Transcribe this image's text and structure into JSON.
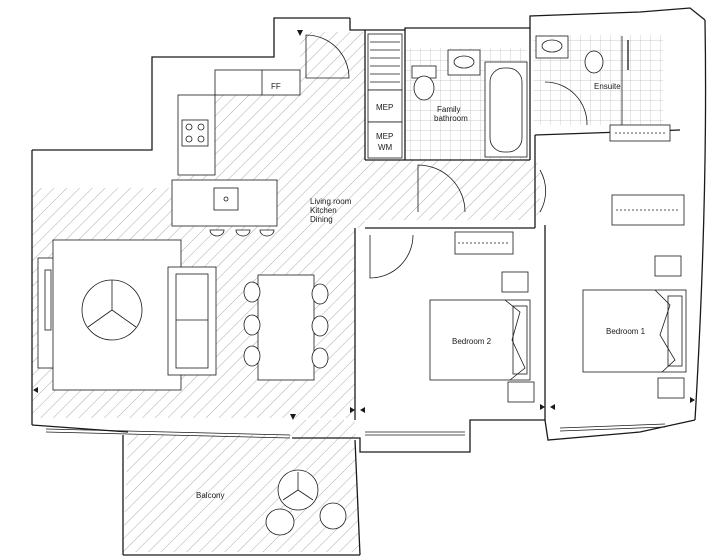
{
  "labels": {
    "ff": "FF",
    "mep1": "MEP",
    "mep2": "MEP",
    "wm": "WM",
    "family_bathroom_1": "Family",
    "family_bathroom_2": "bathroom",
    "ensuite": "Ensuite",
    "living_1": "Living room",
    "living_2": "Kitchen",
    "living_3": "Dining",
    "bedroom2": "Bedroom 2",
    "bedroom1": "Bedroom 1",
    "balcony": "Balcony"
  },
  "colors": {
    "line": "#1a1a1a",
    "background": "#ffffff"
  }
}
